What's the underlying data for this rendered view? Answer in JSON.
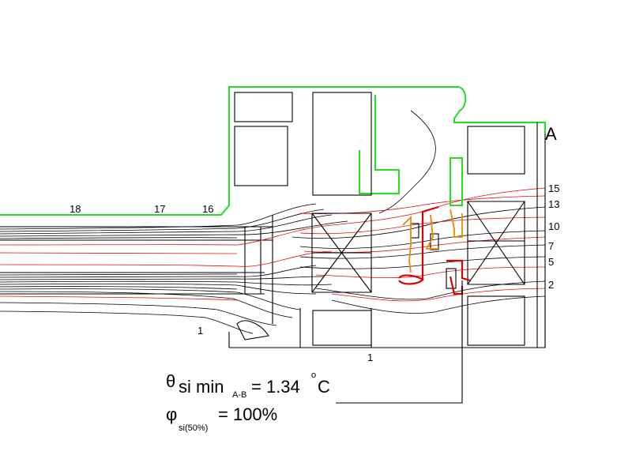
{
  "labels": {
    "point_a": "A",
    "top": [
      "18",
      "17",
      "16"
    ],
    "right": [
      "15",
      "13",
      "10",
      "7",
      "5",
      "2"
    ],
    "bottom_left": "1",
    "bottom_center": "1"
  },
  "formula": {
    "theta_symbol": "θ",
    "theta_text": "si min",
    "theta_sub": "A-B",
    "theta_value": "= 1.34",
    "theta_deg": "o",
    "theta_unit": "C",
    "phi_symbol": "φ",
    "phi_sub": "si(50%)",
    "phi_value": "= 100%"
  },
  "colors": {
    "boundary_cold": "#22dd22",
    "isotherm_warm": "#e01010",
    "isotherm": "#000000",
    "critical_high": "#ee8800",
    "critical_low": "#dd0000"
  }
}
